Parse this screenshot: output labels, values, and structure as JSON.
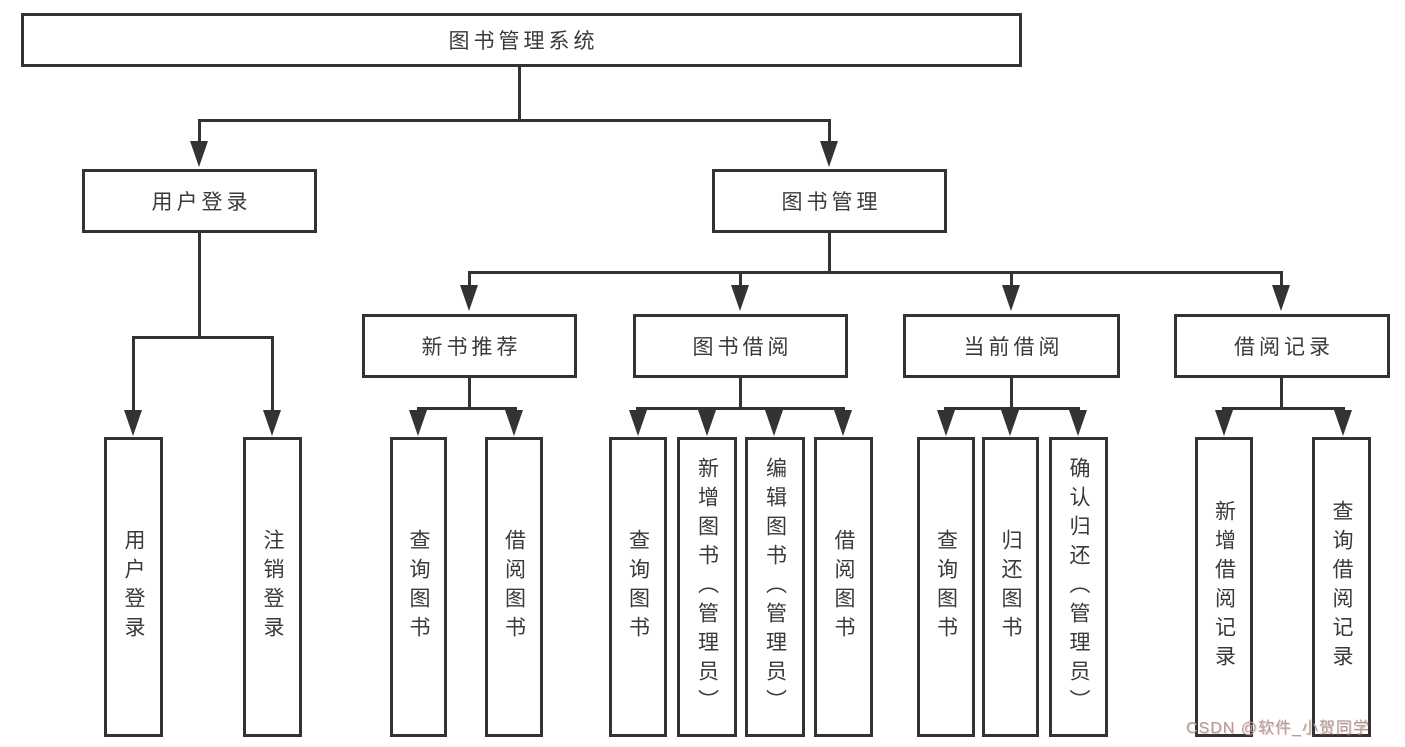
{
  "diagram": {
    "root": {
      "label": "图书管理系统"
    },
    "level2": [
      {
        "label": "用户登录",
        "children": [
          {
            "label": "用户登录"
          },
          {
            "label": "注销登录"
          }
        ]
      },
      {
        "label": "图书管理",
        "children": [
          {
            "label": "新书推荐",
            "children": [
              {
                "label": "查询图书"
              },
              {
                "label": "借阅图书"
              }
            ]
          },
          {
            "label": "图书借阅",
            "children": [
              {
                "label": "查询图书"
              },
              {
                "label": "新增图书（管理员）"
              },
              {
                "label": "编辑图书（管理员）"
              },
              {
                "label": "借阅图书"
              }
            ]
          },
          {
            "label": "当前借阅",
            "children": [
              {
                "label": "查询图书"
              },
              {
                "label": "归还图书"
              },
              {
                "label": "确认归还（管理员）"
              }
            ]
          },
          {
            "label": "借阅记录",
            "children": [
              {
                "label": "新增借阅记录"
              },
              {
                "label": "查询借阅记录"
              }
            ]
          }
        ]
      }
    ]
  },
  "watermark": {
    "text": "CSDN @软件_小贺同学"
  },
  "colors": {
    "line": "#333333",
    "text": "#3a3a3a",
    "background": "#ffffff",
    "watermark": "#a8a0a0"
  }
}
